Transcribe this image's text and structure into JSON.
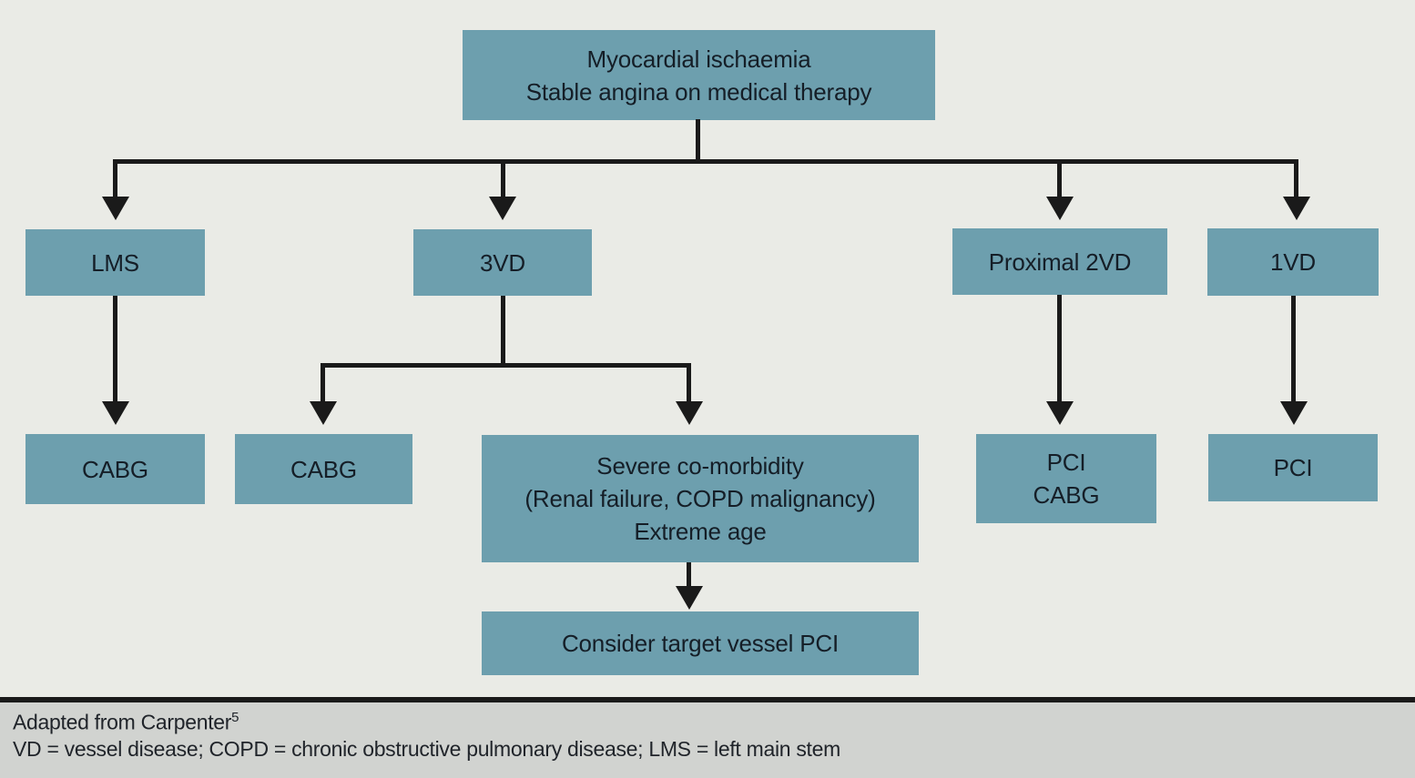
{
  "colors": {
    "background": "#eaebe6",
    "box_fill": "#6d9fae",
    "connector_line": "#1a1a1a",
    "box_text": "#151e27",
    "footer_background": "#d1d3d0"
  },
  "flowchart": {
    "root": {
      "lines": [
        "Myocardial ischaemia",
        "Stable angina on medical therapy"
      ]
    },
    "lms": {
      "label": "LMS"
    },
    "vd3": {
      "label": "3VD"
    },
    "prox2vd": {
      "label": "Proximal 2VD"
    },
    "vd1": {
      "label": "1VD"
    },
    "cabg_lms": {
      "label": "CABG"
    },
    "cabg_3vd": {
      "label": "CABG"
    },
    "severe": {
      "lines": [
        "Severe co-morbidity",
        "(Renal failure, COPD malignancy)",
        "Extreme age"
      ]
    },
    "pci_cabg": {
      "lines": [
        "PCI",
        "CABG"
      ]
    },
    "pci_1vd": {
      "label": "PCI"
    },
    "consider": {
      "label": "Consider target vessel PCI"
    }
  },
  "footer": {
    "source": "Adapted from Carpenter",
    "source_superscript": "5",
    "abbreviations": "VD = vessel disease; COPD = chronic obstructive pulmonary disease; LMS = left main stem"
  }
}
